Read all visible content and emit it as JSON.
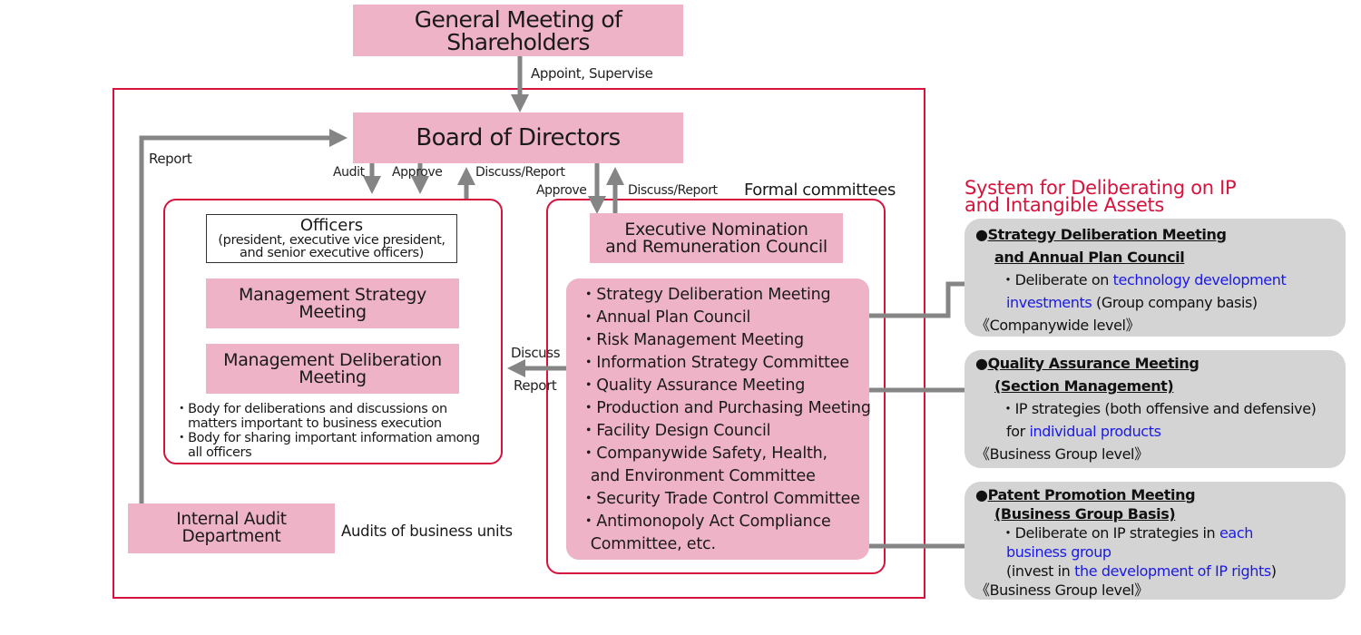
{
  "top": {
    "shareholders": [
      "General Meeting of",
      "Shareholders"
    ],
    "appoint_label": "Appoint, Supervise"
  },
  "board": {
    "title": "Board of Directors",
    "report_label": "Report",
    "audit_label": "Audit",
    "approve_left_label": "Approve",
    "discuss_report_left_label": "Discuss/Report",
    "approve_right_label": "Approve",
    "discuss_report_right_label": "Discuss/Report"
  },
  "officers_group": {
    "officers_title": "Officers",
    "officers_sub": [
      "(president, executive vice president,",
      "and senior executive officers)"
    ],
    "strategy_meeting": [
      "Management Strategy",
      "Meeting"
    ],
    "deliberation_meeting": [
      "Management Deliberation",
      "Meeting"
    ],
    "notes": [
      [
        "・Body for deliberations and discussions on",
        "matters important to business execution"
      ],
      [
        "・Body for sharing important information among",
        "all officers"
      ]
    ]
  },
  "middle_arrow": {
    "discuss_label": "Discuss",
    "report_label": "Report"
  },
  "internal_audit": {
    "title": [
      "Internal Audit",
      "Department"
    ],
    "note": "Audits of business units"
  },
  "committees": {
    "heading": "Formal committees",
    "nomination_council": [
      "Executive Nomination",
      "and Remuneration Council"
    ],
    "list": [
      "・Strategy Deliberation Meeting",
      "・Annual Plan Council",
      "・Risk Management Meeting",
      "・Information Strategy Committee",
      "・Quality Assurance Meeting",
      "・Production and Purchasing Meeting",
      "・Facility Design Council",
      "・Companywide Safety, Health,",
      "  and Environment Committee",
      "・Security Trade Control Committee",
      "・Antimonopoly Act Compliance",
      "  Committee, etc."
    ]
  },
  "ip_system": {
    "title": [
      "System for Deliberating on IP",
      "and Intangible Assets"
    ],
    "title_color": "#d6133d",
    "cards": [
      {
        "bullet": "●",
        "head": [
          "Strategy Deliberation Meeting",
          "and Annual Plan Council"
        ],
        "body_pre": "・Deliberate on ",
        "body_blue1": "technology development",
        "body_blue2": "investments",
        "body_post": " (Group company basis)",
        "level": "《Companywide level》"
      },
      {
        "bullet": "●",
        "head": [
          "Quality Assurance Meeting",
          "(Section Management)"
        ],
        "body_line1": "・IP strategies (both offensive and defensive)",
        "body_pre": "for ",
        "body_blue": "individual products",
        "level": "《Business Group level》"
      },
      {
        "bullet": "●",
        "head": [
          "Patent Promotion Meeting",
          "(Business Group Basis)"
        ],
        "body_pre": "・Deliberate on IP strategies in ",
        "body_blue1": "each",
        "body_blue2": "business group",
        "body_pre2": "(invest in ",
        "body_blue3": "the development of IP rights",
        "body_post2": ")",
        "level": "《Business Group level》"
      }
    ]
  },
  "colors": {
    "pink_fill": "#efb3c7",
    "red_frame": "#d6133d",
    "arrow_gray": "#858585",
    "card_gray": "#d4d4d4",
    "link_blue": "#1a1ae6"
  }
}
